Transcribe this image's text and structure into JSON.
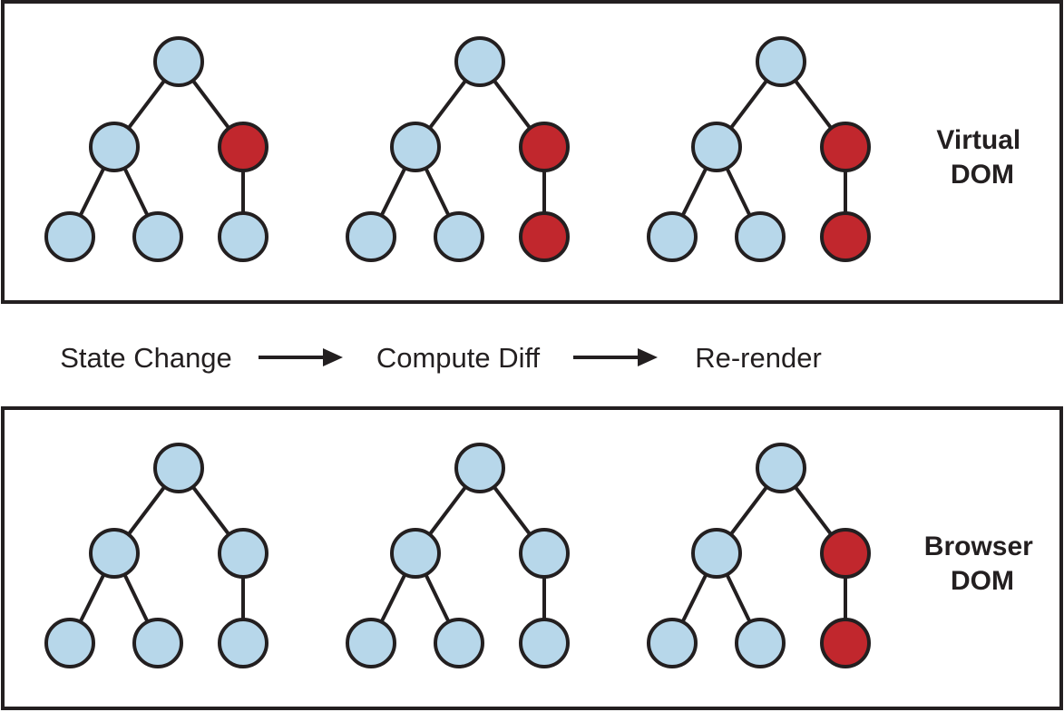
{
  "colors": {
    "normal_node": "#b7d7ea",
    "changed_node": "#c1272d",
    "outline": "#231f20",
    "background": "#ffffff"
  },
  "steps": [
    {
      "label": "State Change"
    },
    {
      "label": "Compute Diff"
    },
    {
      "label": "Re-render"
    }
  ],
  "panels": [
    {
      "id": "virtual",
      "label_lines": [
        "Virtual",
        "DOM"
      ],
      "trees": [
        {
          "changed_nodes": [
            "right-child"
          ]
        },
        {
          "changed_nodes": [
            "right-child",
            "right-leaf"
          ]
        },
        {
          "changed_nodes": [
            "right-child",
            "right-leaf"
          ]
        }
      ]
    },
    {
      "id": "browser",
      "label_lines": [
        "Browser",
        "DOM"
      ],
      "trees": [
        {
          "changed_nodes": []
        },
        {
          "changed_nodes": []
        },
        {
          "changed_nodes": [
            "right-child",
            "right-leaf"
          ]
        }
      ]
    }
  ]
}
